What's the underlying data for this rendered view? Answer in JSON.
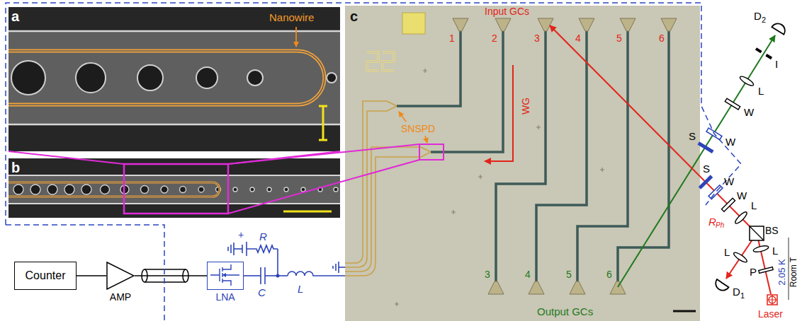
{
  "diagram": {
    "nodes": [
      {
        "text": [
          "Counter"
        ]
      },
      {
        "text": [
          "AMP"
        ]
      },
      {
        "text": [
          "LNA"
        ]
      }
    ],
    "edges": [
      {
        "from": 0,
        "to": 1,
        "arrow": "none"
      },
      {
        "from": 1,
        "to": 2,
        "arrow": "none"
      }
    ],
    "labels": [
      "a",
      "Nanowire",
      "b",
      "c",
      "Input GCs",
      "1",
      "2",
      "3",
      "4",
      "5",
      "6",
      "WG",
      "SNSPD",
      "3",
      "4",
      "5",
      "6",
      "Output GCs",
      "R",
      "+",
      "C",
      "L",
      "D",
      "2",
      "I",
      "L",
      "W",
      "W",
      "S",
      "S",
      "W",
      "W",
      "R",
      "Ph",
      "L",
      "BS",
      "L",
      "D",
      "1",
      "L",
      "P",
      "Laser",
      "2.05 K",
      "Room T"
    ]
  }
}
